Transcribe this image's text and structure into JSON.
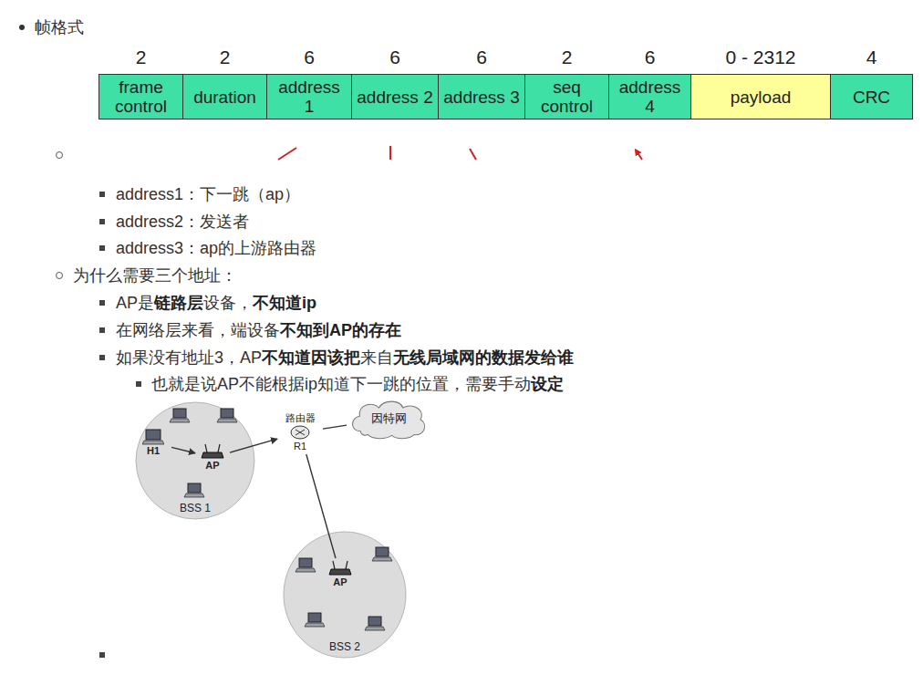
{
  "diagram": {
    "nodes": [
      {
        "text": [
          "2",
          "frame control"
        ]
      },
      {
        "text": [
          "2",
          "duration"
        ]
      },
      {
        "text": [
          "6",
          "address 1"
        ]
      },
      {
        "text": [
          "6",
          "address 2"
        ]
      },
      {
        "text": [
          "6",
          "address 3"
        ]
      },
      {
        "text": [
          "2",
          "seq control"
        ]
      },
      {
        "text": [
          "6",
          "address 4"
        ]
      },
      {
        "text": [
          "0 - 2312",
          "payload"
        ]
      },
      {
        "text": [
          "4",
          "CRC"
        ]
      },
      {
        "text": [
          "BSS 1"
        ]
      },
      {
        "text": [
          "H1"
        ],
        "in": 9
      },
      {
        "text": [
          "AP"
        ],
        "in": 9
      },
      {
        "text": [
          "路由器",
          "R1"
        ]
      },
      {
        "text": [
          "因特网"
        ]
      },
      {
        "text": [
          "BSS 2"
        ]
      },
      {
        "text": [
          "AP"
        ],
        "in": 14
      }
    ],
    "edges": [
      {
        "from": 10,
        "to": 11,
        "arrow": "to"
      },
      {
        "from": 11,
        "to": 12,
        "arrow": "to"
      },
      {
        "from": 12,
        "to": 13,
        "arrow": "none"
      },
      {
        "from": 12,
        "to": 15,
        "arrow": "none"
      }
    ],
    "labels": [
      "帧格式",
      "address1：下一跳（ap）",
      "address2：发送者",
      "address3：ap的上游路由器",
      "为什么需要三个地址：",
      "AP是",
      "链路层",
      "设备，",
      "不知道ip",
      "在网络层来看，端设备",
      "不知到AP的存在",
      "如果没有地址3，AP",
      "不知道因该把",
      "来自",
      "无线局域网的数据发给谁",
      "也就是说AP不能根据ip知道下一跳的位置，需要手动",
      "设定"
    ]
  }
}
